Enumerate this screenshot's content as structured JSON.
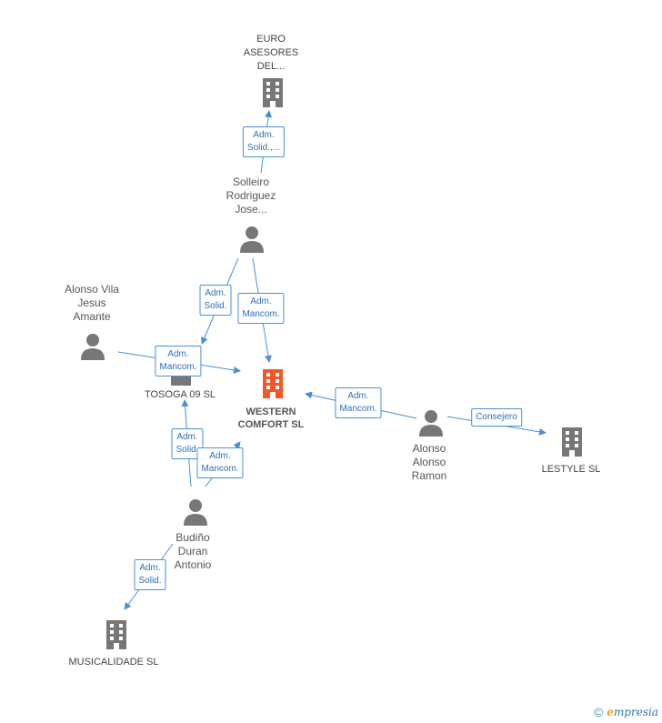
{
  "colors": {
    "edge": "#4a90d9",
    "node": "#777777",
    "main": "#f05a28"
  },
  "nodes": {
    "euro": {
      "label": "EURO\nASESORES\nDEL...",
      "type": "company"
    },
    "solleiro": {
      "label": "Solleiro\nRodriguez\nJose...",
      "type": "person"
    },
    "alonso_vila": {
      "label": "Alonso Vila\nJesus\nAmante",
      "type": "person"
    },
    "tosoga": {
      "label": "TOSOGA 09 SL",
      "type": "company"
    },
    "western": {
      "label": "WESTERN\nCOMFORT SL",
      "type": "main-company"
    },
    "alonso_ramon": {
      "label": "Alonso\nAlonso\nRamon",
      "type": "person"
    },
    "lestyle": {
      "label": "LESTYLE SL",
      "type": "company"
    },
    "budino": {
      "label": "Budiño\nDuran\nAntonio",
      "type": "person"
    },
    "musicalidade": {
      "label": "MUSICALIDADE SL",
      "type": "company"
    }
  },
  "edges": [
    {
      "id": "e1",
      "label": "Adm.\nSolid.,..."
    },
    {
      "id": "e2",
      "label": "Adm.\nSolid."
    },
    {
      "id": "e3",
      "label": "Adm.\nMancom."
    },
    {
      "id": "e4",
      "label": "Adm.\nMancom."
    },
    {
      "id": "e5",
      "label": "Adm.\nMancom."
    },
    {
      "id": "e6",
      "label": "Consejero"
    },
    {
      "id": "e7",
      "label": "Adm.\nSolid."
    },
    {
      "id": "e8",
      "label": "Adm.\nMancom."
    },
    {
      "id": "e9",
      "label": "Adm.\nSolid."
    }
  ],
  "brand": {
    "copyright": "©",
    "e": "e",
    "name": "mpresia"
  }
}
